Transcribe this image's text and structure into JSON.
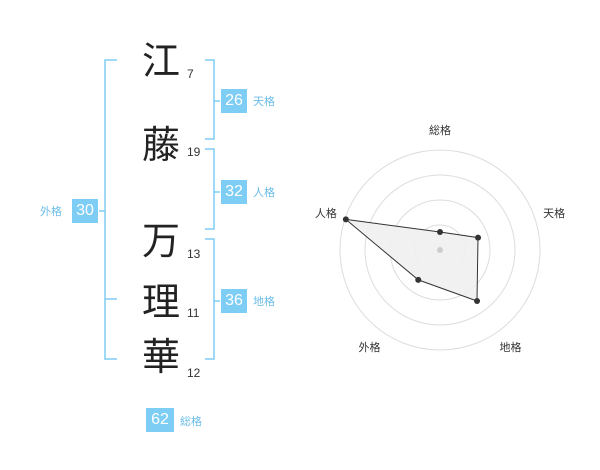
{
  "name": {
    "characters": [
      {
        "char": "江",
        "strokes": "7"
      },
      {
        "char": "藤",
        "strokes": "19"
      },
      {
        "char": "万",
        "strokes": "13"
      },
      {
        "char": "理",
        "strokes": "11"
      },
      {
        "char": "華",
        "strokes": "12"
      }
    ]
  },
  "fortune": {
    "tenkaku": {
      "value": "26",
      "label": "天格"
    },
    "jinkaku": {
      "value": "32",
      "label": "人格"
    },
    "chikaku": {
      "value": "36",
      "label": "地格"
    },
    "gaikaku": {
      "value": "30",
      "label": "外格"
    },
    "soukaku": {
      "value": "62",
      "label": "総格"
    }
  },
  "chart_data": {
    "type": "radar",
    "axes": [
      "総格",
      "天格",
      "地格",
      "外格",
      "人格"
    ],
    "values": [
      0.18,
      0.4,
      0.63,
      0.37,
      0.99
    ],
    "range": [
      0,
      1
    ],
    "rings": 4,
    "colors": {
      "ring": "#dddddd",
      "fill": "#efefef",
      "stroke": "#333333",
      "point": "#333333",
      "center": "#cccccc"
    }
  },
  "colors": {
    "accent": "#7ecdf4",
    "label": "#6bbde8"
  }
}
